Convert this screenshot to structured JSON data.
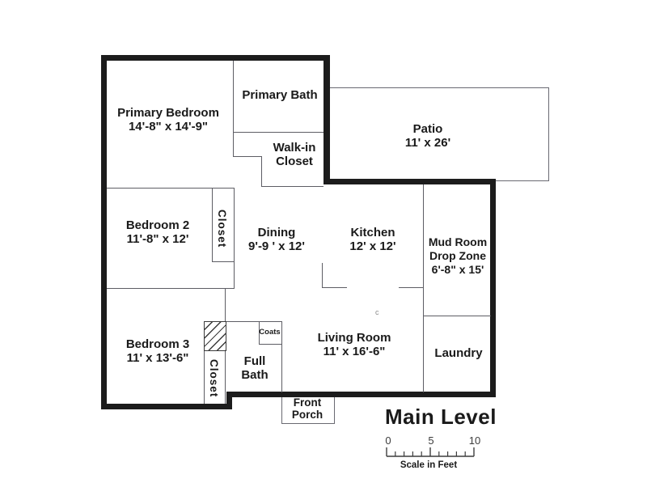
{
  "title": "Main Level",
  "scale_bar": {
    "tick_labels": [
      "0",
      "5",
      "10"
    ],
    "caption": "Scale in Feet"
  },
  "rooms": {
    "primary_bedroom": {
      "label": "Primary Bedroom",
      "dims": "14'-8\" x 14'-9\""
    },
    "primary_bath": {
      "label": "Primary Bath"
    },
    "walk_in_closet": {
      "line1": "Walk-in",
      "line2": "Closet"
    },
    "patio": {
      "label": "Patio",
      "dims": "11' x 26'"
    },
    "bedroom_2": {
      "label": "Bedroom 2",
      "dims": "11'-8\" x 12'"
    },
    "bedroom_2_closet": {
      "label": "Closet"
    },
    "dining": {
      "label": "Dining",
      "dims": "9'-9 ' x 12'"
    },
    "kitchen": {
      "label": "Kitchen",
      "dims": "12' x 12'"
    },
    "mud_room": {
      "line1": "Mud Room",
      "line2": "Drop Zone",
      "dims": "6'-8\" x 15'"
    },
    "bedroom_3": {
      "label": "Bedroom 3",
      "dims": "11' x 13'-6\""
    },
    "bedroom_3_closet": {
      "label": "Closet"
    },
    "full_bath": {
      "line1": "Full",
      "line2": "Bath"
    },
    "coats": {
      "label": "Coats"
    },
    "living_room": {
      "label": "Living Room",
      "dims": "11' x 16'-6\""
    },
    "laundry": {
      "label": "Laundry"
    },
    "front_porch": {
      "line1": "Front",
      "line2": "Porch"
    }
  },
  "colors": {
    "wall": "#1c1c1c",
    "thin_line": "#5d5d64",
    "text": "#1a1a1a",
    "background": "#ffffff"
  },
  "artifacts": {
    "living_room_mark": "c"
  }
}
